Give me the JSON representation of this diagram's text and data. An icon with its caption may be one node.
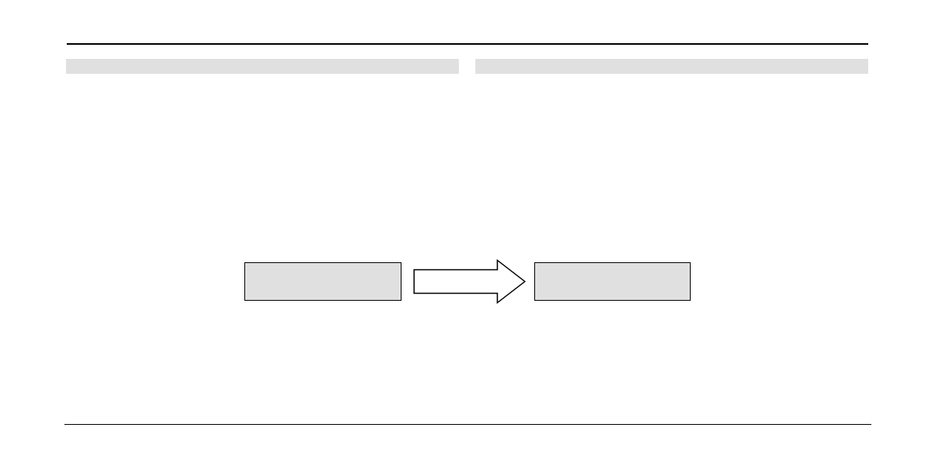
{
  "diagram": {
    "nodes": [
      {
        "text": [],
        "shape": "bar"
      },
      {
        "text": [],
        "shape": "bar"
      },
      {
        "text": [],
        "shape": "box"
      },
      {
        "text": [],
        "shape": "box"
      }
    ],
    "edges": [
      {
        "from": 2,
        "to": 3,
        "arrow": "to"
      }
    ]
  }
}
